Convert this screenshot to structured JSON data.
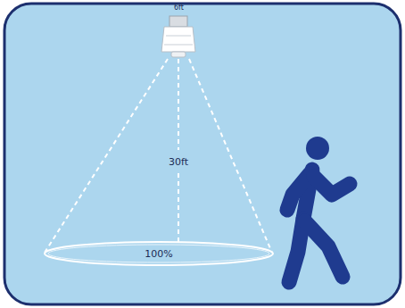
{
  "diagram": {
    "nodes": [
      {
        "text": [
          "100%"
        ]
      }
    ],
    "labels": [
      "6ft",
      "30ft"
    ]
  }
}
